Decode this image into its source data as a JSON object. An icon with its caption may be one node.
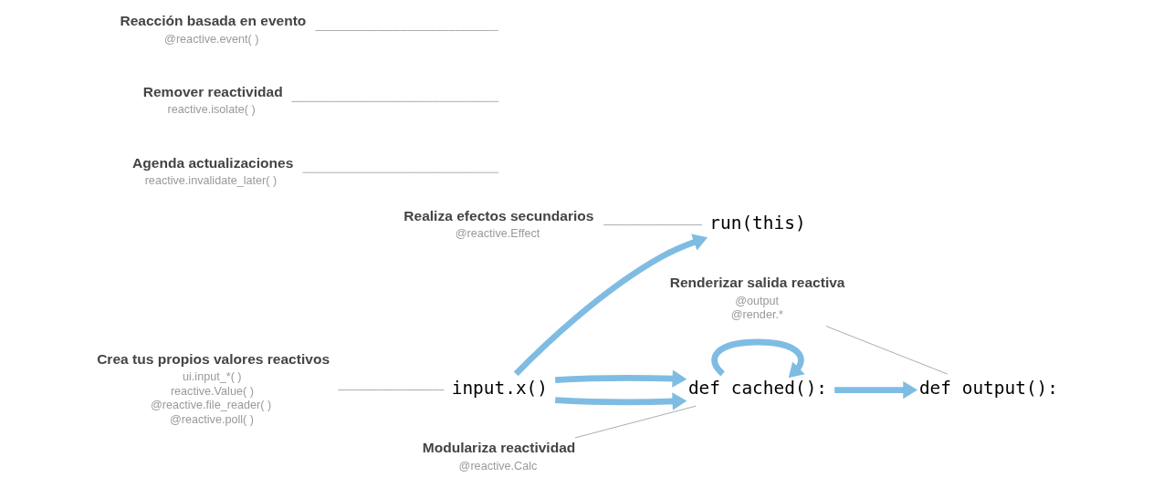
{
  "diagram": {
    "nodes": [
      {
        "text": [
          "input.x()"
        ]
      },
      {
        "text": [
          "run(this)"
        ]
      },
      {
        "text": [
          "def cached():"
        ]
      },
      {
        "text": [
          "def output():"
        ]
      },
      {
        "text": [
          "Realiza efectos secundarios",
          "@reactive.Effect"
        ]
      },
      {
        "text": [
          "Agenda actualizaciones",
          "reactive.invalidate_later( )"
        ]
      },
      {
        "text": [
          "Modulariza reactividad",
          "@reactive.Calc"
        ]
      },
      {
        "text": [
          "Remover reactividad",
          "reactive.isolate( )"
        ]
      },
      {
        "text": [
          "Crea tus propios valores reactivos",
          "ui.input_*( )",
          "reactive.Value( )",
          "@reactive.file_reader( )",
          "@reactive.poll( )"
        ]
      },
      {
        "text": [
          "Reacción basada en evento",
          "@reactive.event( )"
        ]
      },
      {
        "text": [
          "Renderizar salida reactiva",
          "@output",
          "@render.*"
        ]
      }
    ],
    "edges": [
      {
        "from": 0,
        "to": 1,
        "arrow": "to",
        "style": "thick",
        "color": "#7fbce3"
      },
      {
        "from": 0,
        "to": 2,
        "arrow": "to",
        "style": "thick",
        "color": "#7fbce3"
      },
      {
        "from": 0,
        "to": 2,
        "arrow": "to",
        "style": "thick",
        "color": "#7fbce3"
      },
      {
        "from": 2,
        "to": 2,
        "arrow": "to",
        "style": "thick",
        "color": "#7fbce3"
      },
      {
        "from": 2,
        "to": 3,
        "arrow": "to",
        "style": "thick",
        "color": "#7fbce3"
      },
      {
        "from": 4,
        "to": 1,
        "arrow": "none"
      },
      {
        "from": 5,
        "to": null,
        "arrow": "none"
      },
      {
        "from": 6,
        "to": 2,
        "arrow": "none"
      },
      {
        "from": 7,
        "to": null,
        "arrow": "none"
      },
      {
        "from": 8,
        "to": 0,
        "arrow": "none"
      },
      {
        "from": 9,
        "to": null,
        "arrow": "none"
      },
      {
        "from": 10,
        "to": 3,
        "arrow": "none"
      }
    ]
  }
}
